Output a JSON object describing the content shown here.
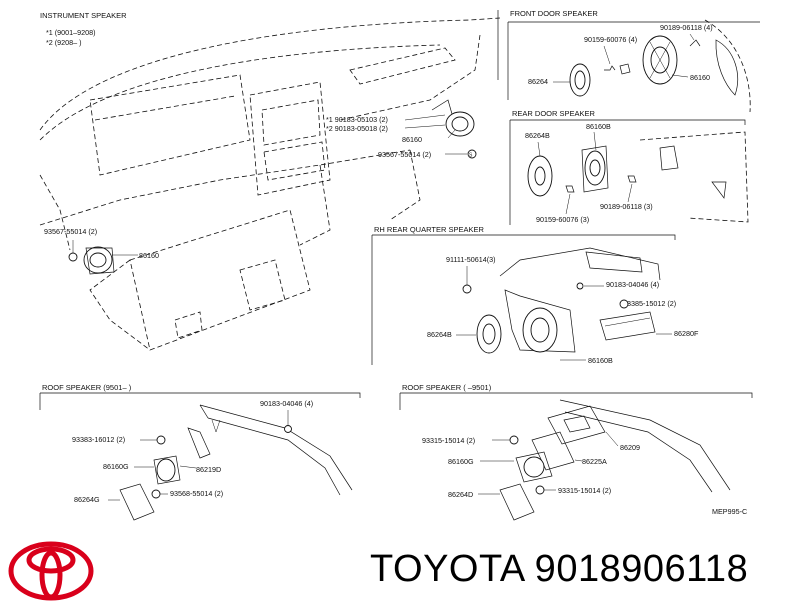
{
  "sections": {
    "instrument": "INSTRUMENT SPEAKER",
    "instrument_v1": "*1  (9001–9208)",
    "instrument_v2": "*2  (9208–       )",
    "front_door": "FRONT DOOR SPEAKER",
    "rear_door": "REAR DOOR SPEAKER",
    "rh_rear_quarter": "RH REAR QUARTER SPEAKER",
    "roof_9501_on": "ROOF SPEAKER  (9501–       )",
    "roof_to_9501": "ROOF SPEAKER  (       –9501)"
  },
  "labels": {
    "ins_a": "*1  90183-05103 (2)",
    "ins_b": "*2  90183-05018 (2)",
    "ins_c": "86160",
    "ins_d": "93567-55014 (2)",
    "ins_e": "93567-55014 (2)",
    "ins_f": "86160",
    "fd_a": "90159-60076 (4)",
    "fd_b": "90189-06118 (4)",
    "fd_c": "86264",
    "fd_d": "86160",
    "rd_a": "86264B",
    "rd_b": "86160B",
    "rd_c": "90159-60076 (3)",
    "rd_d": "90189-06118 (3)",
    "rq_a": "91111-50614(3)",
    "rq_b": "90183-04046 (4)",
    "rq_c": "93385-15012 (2)",
    "rq_d": "86264B",
    "rq_e": "86280F",
    "rq_f": "86160B",
    "rl_a": "90183-04046 (4)",
    "rl_b": "93383-16012 (2)",
    "rl_c": "86160G",
    "rl_d": "86219D",
    "rl_e": "86264G",
    "rl_f": "93568-55014 (2)",
    "rr_a": "93315-15014 (2)",
    "rr_b": "86209",
    "rr_c": "86160G",
    "rr_d": "86225A",
    "rr_e": "86264D",
    "rr_f": "93315-15014 (2)",
    "ref": "MEP995-C"
  },
  "brand": {
    "caption": "TOYOTA 9018906118",
    "logo_color": "#d9001b"
  }
}
